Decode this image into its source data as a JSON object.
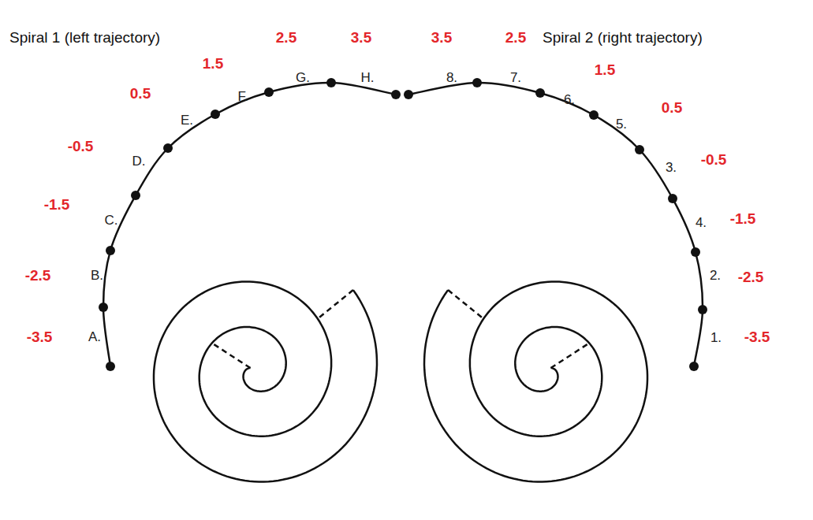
{
  "diagram": {
    "labels": [
      "Spiral 1 (left trajectory)",
      "Spiral 2 (right trajectory)",
      "A.",
      "B.",
      "C.",
      "D.",
      "E.",
      "F.",
      "G.",
      "H.",
      "1.",
      "2.",
      "4.",
      "3.",
      "5.",
      "6.",
      "7.",
      "8.",
      "-3.5",
      "-2.5",
      "-1.5",
      "-0.5",
      "0.5",
      "1.5",
      "2.5",
      "3.5",
      "-3.5",
      "-2.5",
      "-1.5",
      "-0.5",
      "0.5",
      "1.5",
      "2.5",
      "3.5"
    ]
  }
}
